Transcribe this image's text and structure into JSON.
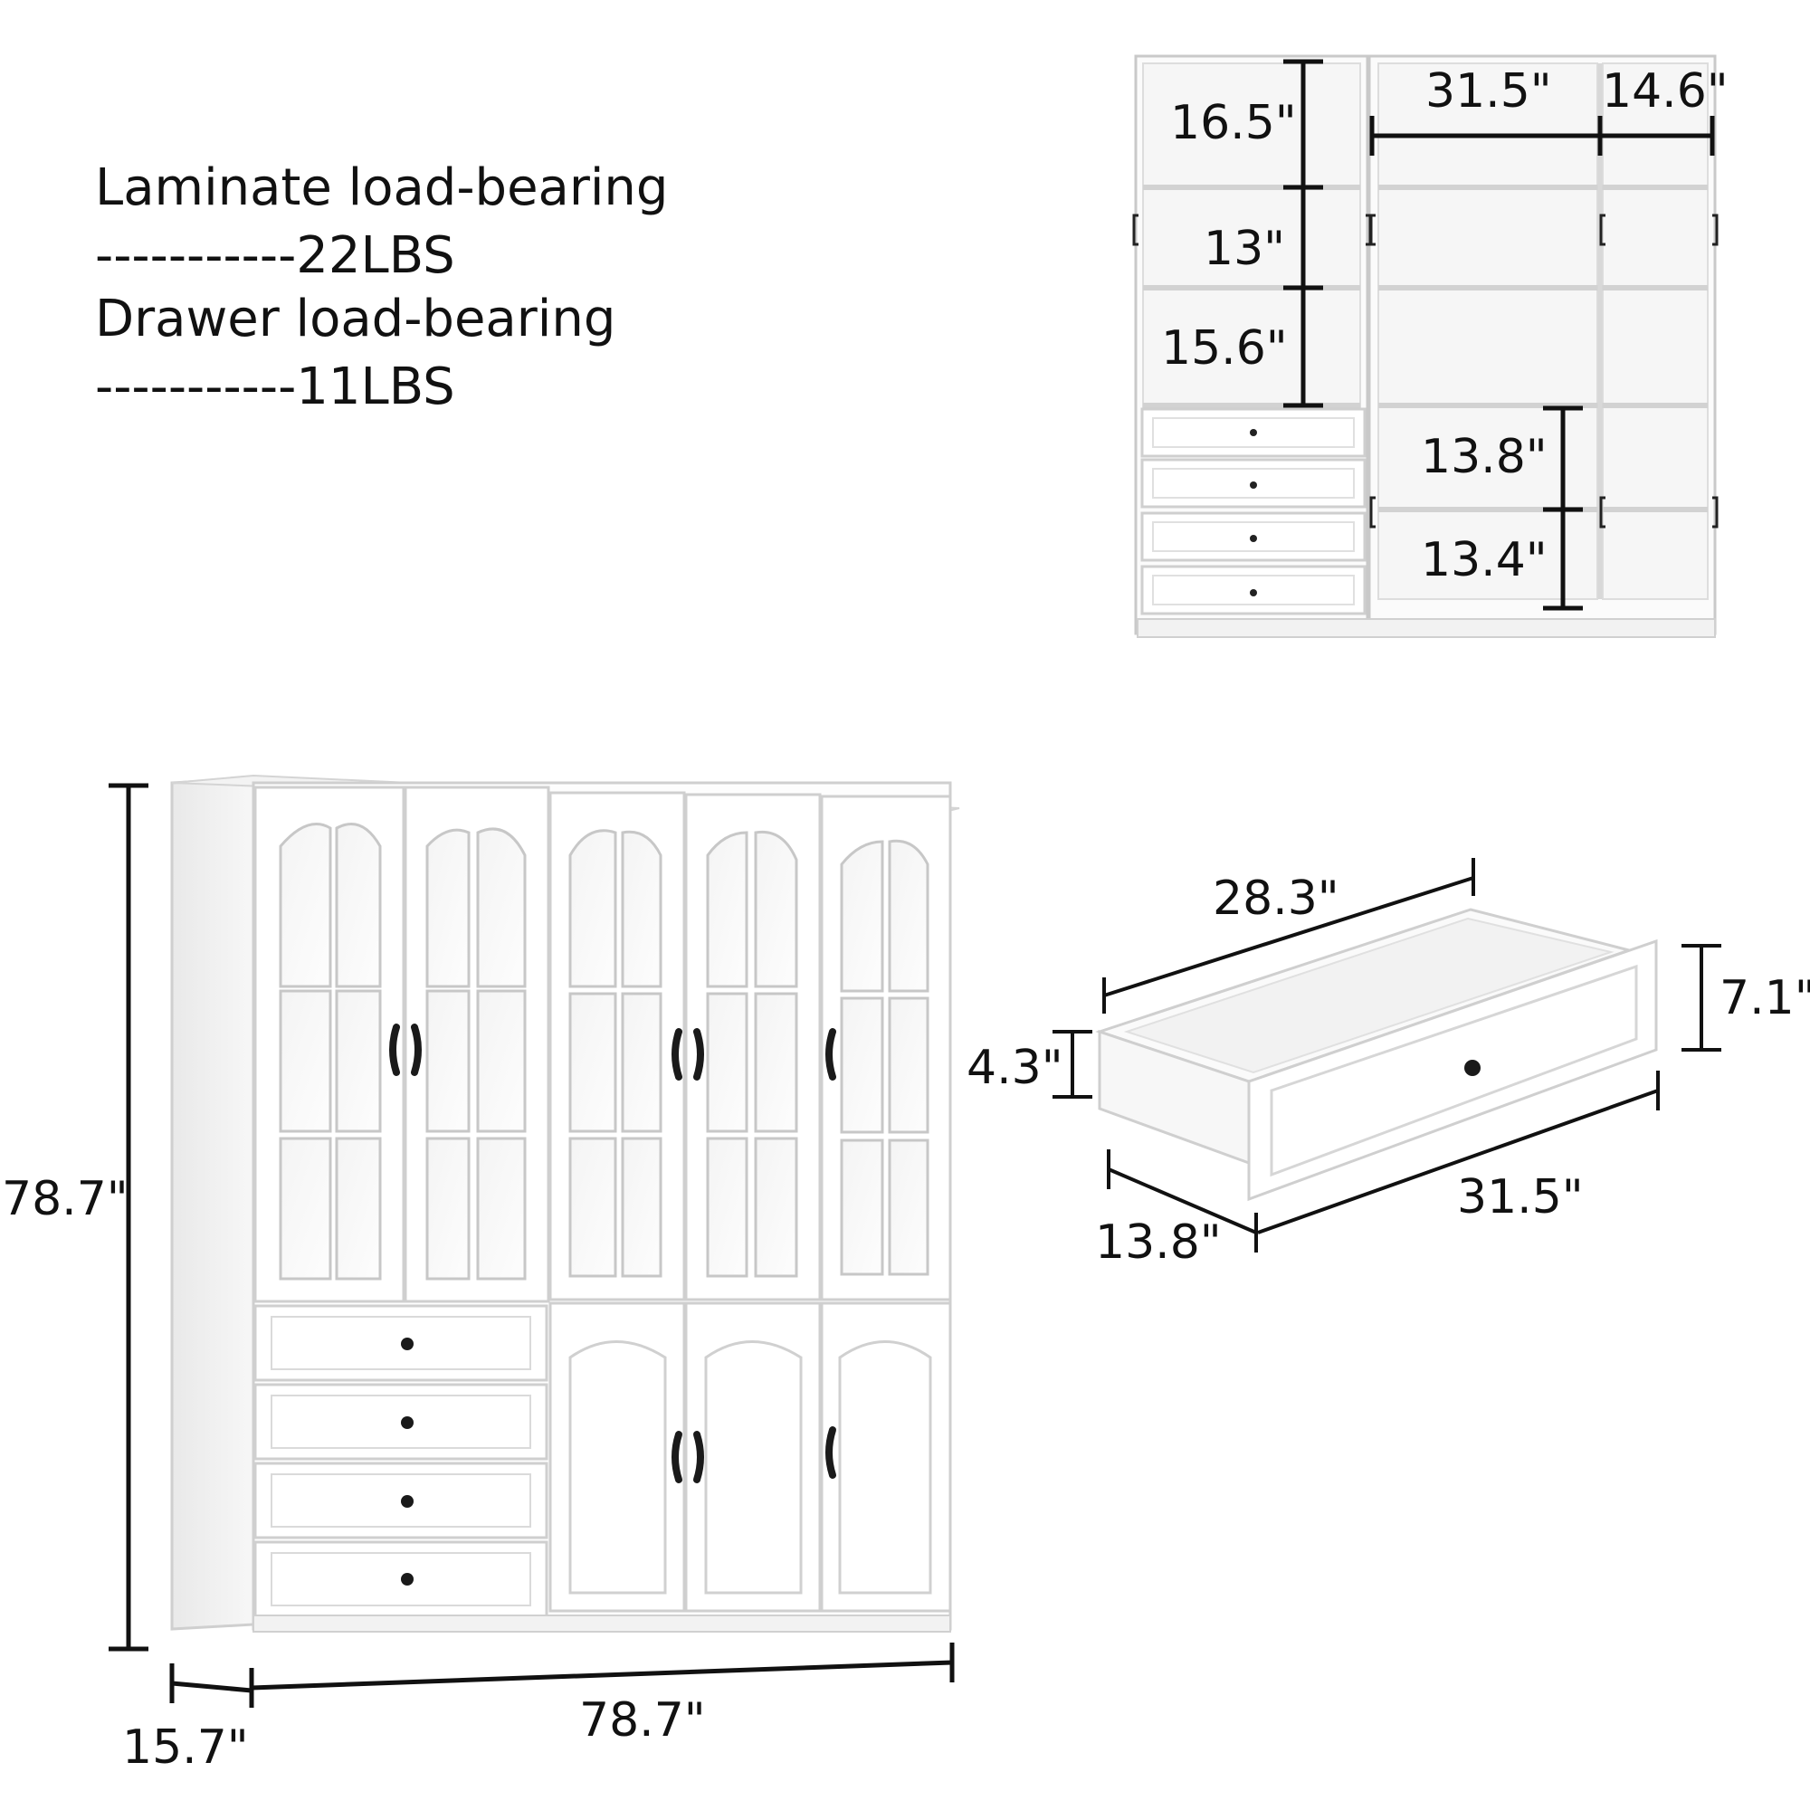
{
  "load_bearing": {
    "laminate_label": "Laminate load-bearing",
    "laminate_value": "-----------22LBS",
    "drawer_label": "Drawer load-bearing",
    "drawer_value": "-----------11LBS"
  },
  "interior_dimensions": {
    "shelf_top": "16.5\"",
    "shelf_mid": "13\"",
    "shelf_lower": "15.6\"",
    "center_width": "31.5\"",
    "side_width": "14.6\"",
    "lower_shelf_upper": "13.8\"",
    "lower_shelf_lower": "13.4\""
  },
  "cabinet_dimensions": {
    "height": "78.7\"",
    "width": "78.7\"",
    "depth": "15.7\""
  },
  "drawer_dimensions": {
    "inner_length": "28.3\"",
    "front_height": "7.1\"",
    "box_height": "4.3\"",
    "depth": "13.8\"",
    "front_width": "31.5\""
  },
  "colors": {
    "furniture": "#ffffff",
    "outline": "#cfcfcf",
    "dimension_line": "#111111",
    "handle": "#1a1a1a"
  }
}
